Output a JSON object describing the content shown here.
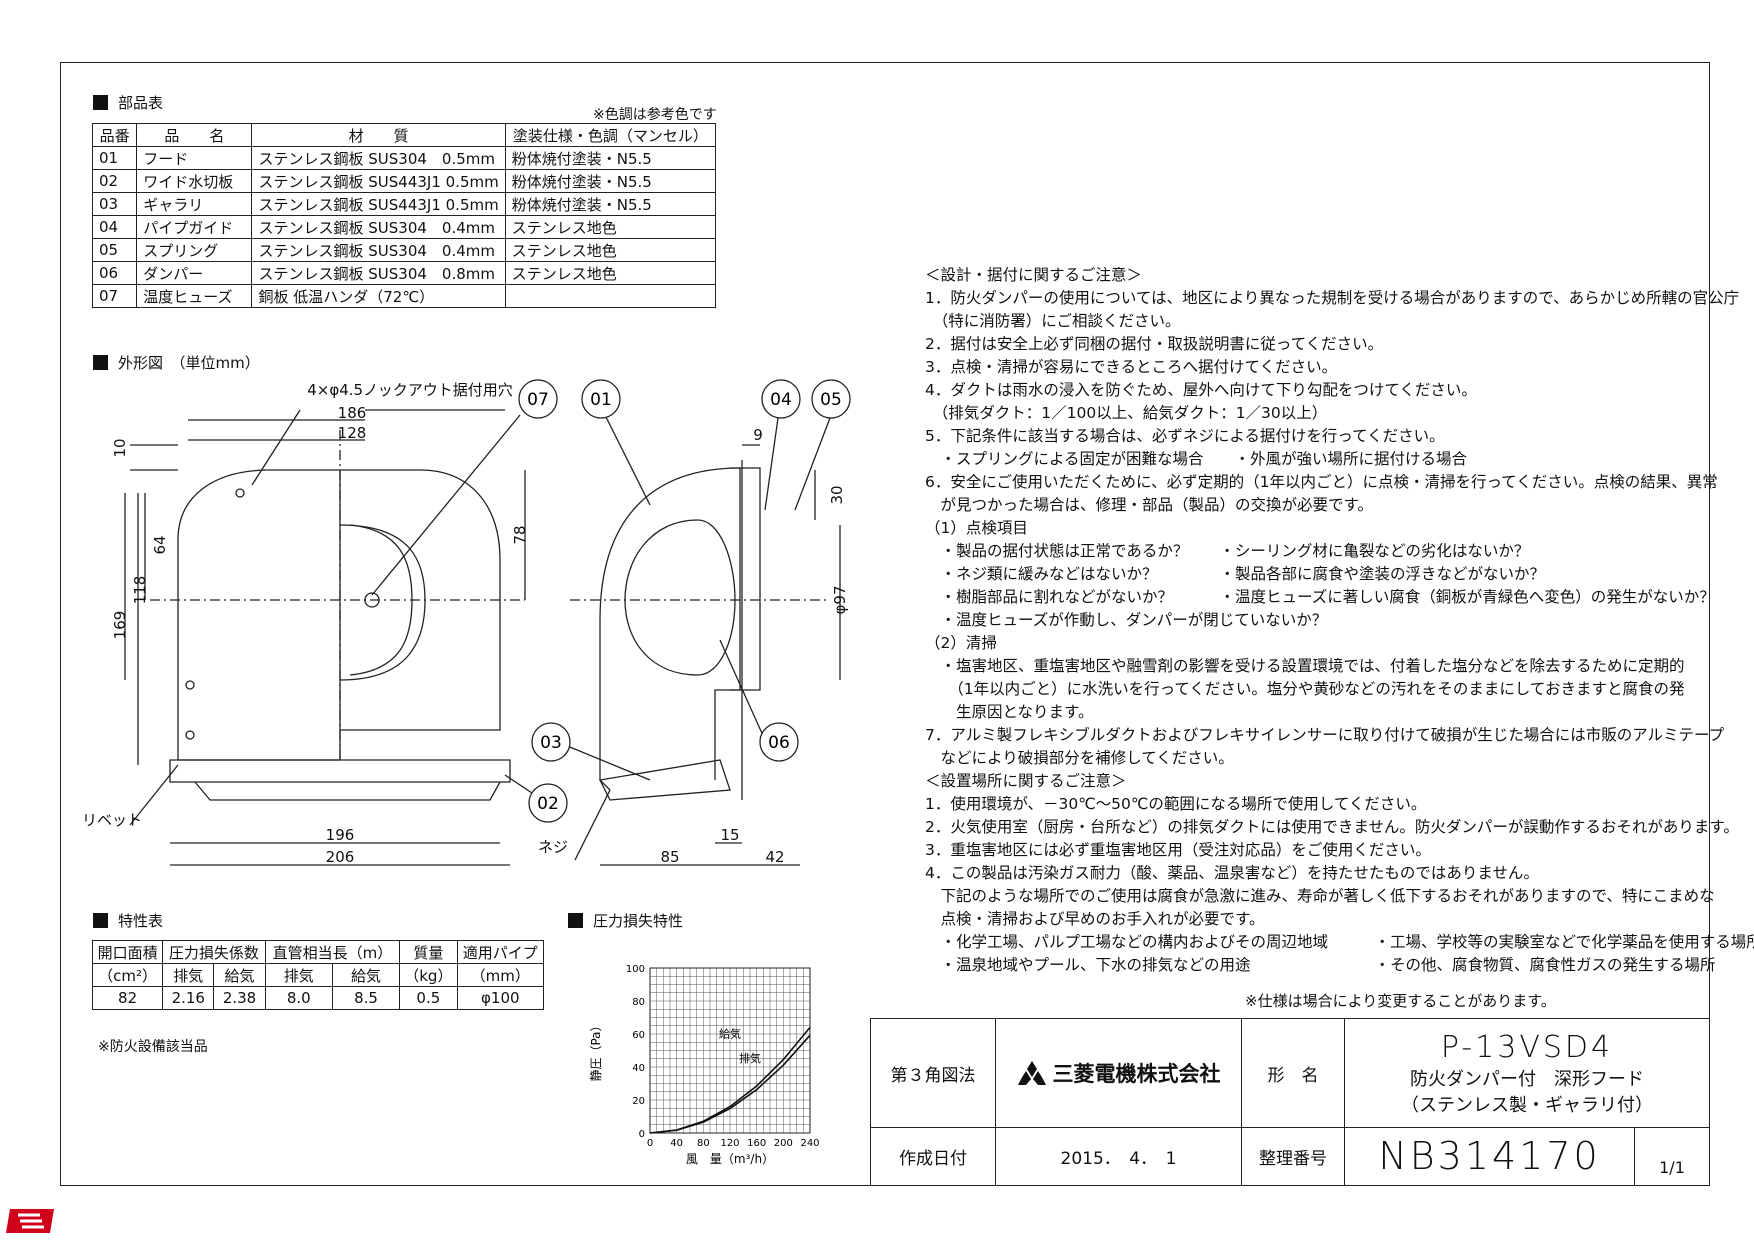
{
  "parts_section": {
    "title": "部品表",
    "color_note": "※色調は参考色です",
    "headers": [
      "品番",
      "品　　名",
      "材　　質",
      "塗装仕様・色調（マンセル）"
    ],
    "rows": [
      [
        "01",
        "フード",
        "ステンレス鋼板 SUS304　0.5mm",
        "粉体焼付塗装・N5.5"
      ],
      [
        "02",
        "ワイド水切板",
        "ステンレス鋼板 SUS443J1 0.5mm",
        "粉体焼付塗装・N5.5"
      ],
      [
        "03",
        "ギャラリ",
        "ステンレス鋼板 SUS443J1 0.5mm",
        "粉体焼付塗装・N5.5"
      ],
      [
        "04",
        "パイプガイド",
        "ステンレス鋼板 SUS304　0.4mm",
        "ステンレス地色"
      ],
      [
        "05",
        "スプリング",
        "ステンレス鋼板 SUS304　0.4mm",
        "ステンレス地色"
      ],
      [
        "06",
        "ダンパー",
        "ステンレス鋼板 SUS304　0.8mm",
        "ステンレス地色"
      ],
      [
        "07",
        "温度ヒューズ",
        "銅板 低温ハンダ（72℃）",
        ""
      ]
    ]
  },
  "drawing_section": {
    "title": "外形図　（単位mm）",
    "knockout_label": "4×φ4.5ノックアウト据付用穴",
    "rivet_label": "リベット",
    "screw_label": "ネジ",
    "dims": {
      "d186": "186",
      "d128": "128",
      "d10": "10",
      "d64": "64",
      "d118": "118",
      "d169": "169",
      "d78": "78",
      "d196": "196",
      "d206": "206",
      "d9": "9",
      "d30": "30",
      "d97": "φ97",
      "d15": "15",
      "d85": "85",
      "d42": "42"
    },
    "callouts": [
      "07",
      "01",
      "04",
      "05",
      "03",
      "06",
      "02"
    ]
  },
  "spec_section": {
    "title": "特性表",
    "h_area": "開口面積",
    "h_area_unit": "（cm²）",
    "h_loss": "圧力損失係数",
    "h_exhaust": "排気",
    "h_supply": "給気",
    "h_len": "直管相当長（m）",
    "h_mass": "質量",
    "h_mass_unit": "（kg）",
    "h_pipe": "適用パイプ",
    "h_pipe_unit": "（mm）",
    "values": [
      "82",
      "2.16",
      "2.38",
      "8.0",
      "8.5",
      "0.5",
      "φ100"
    ],
    "note": "※防火設備該当品"
  },
  "chart_section": {
    "title": "圧力損失特性"
  },
  "chart_data": {
    "type": "line",
    "xlabel": "風　量（m³/h）",
    "ylabel": "静圧（Pa）",
    "xlim": [
      0,
      240
    ],
    "ylim": [
      0,
      100
    ],
    "xticks": [
      "0",
      "40",
      "80",
      "120",
      "160",
      "200",
      "240"
    ],
    "yticks": [
      "0",
      "20",
      "40",
      "60",
      "80",
      "100"
    ],
    "grid": true,
    "series": [
      {
        "name": "給気",
        "x": [
          0,
          40,
          80,
          120,
          160,
          200,
          240
        ],
        "y": [
          0,
          1.8,
          7.1,
          16,
          28.5,
          44.5,
          64
        ]
      },
      {
        "name": "排気",
        "x": [
          0,
          40,
          80,
          120,
          160,
          200,
          240
        ],
        "y": [
          0,
          1.7,
          6.6,
          14.8,
          26.3,
          41.1,
          59.2
        ]
      }
    ]
  },
  "notes": {
    "lines": [
      "＜設計・据付に関するご注意＞",
      "1．防火ダンパーの使用については、地区により異なった規制を受ける場合がありますので、あらかじめ所轄の官公庁",
      "　（特に消防署）にご相談ください。",
      "2．据付は安全上必ず同梱の据付・取扱説明書に従ってください。",
      "3．点検・清掃が容易にできるところへ据付けてください。",
      "4．ダクトは雨水の浸入を防ぐため、屋外へ向けて下り勾配をつけてください。",
      "　（排気ダクト：1／100以上、給気ダクト：1／30以上）",
      "5．下記条件に該当する場合は、必ずネジによる据付けを行ってください。",
      "　・スプリングによる固定が困難な場合　　・外風が強い場所に据付ける場合",
      "6．安全にご使用いただくために、必ず定期的（1年以内ごと）に点検・清掃を行ってください。点検の結果、異常",
      "　が見つかった場合は、修理・部品（製品）の交換が必要です。",
      "（1）点検項目",
      "　・製品の据付状態は正常であるか？　　・シーリング材に亀裂などの劣化はないか？",
      "　・ネジ類に緩みなどはないか？　　　　・製品各部に腐食や塗装の浮きなどがないか？",
      "　・樹脂部品に割れなどがないか？　　　・温度ヒューズに著しい腐食（銅板が青緑色へ変色）の発生がないか？",
      "　・温度ヒューズが作動し、ダンパーが閉じていないか？",
      "（2）清掃",
      "　・塩害地区、重塩害地区や融雪剤の影響を受ける設置環境では、付着した塩分などを除去するために定期的",
      "　　（1年以内ごと）に水洗いを行ってください。塩分や黄砂などの汚れをそのままにしておきますと腐食の発",
      "　　生原因となります。",
      "7．アルミ製フレキシブルダクトおよびフレキサイレンサーに取り付けて破損が生じた場合には市販のアルミテープ",
      "　などにより破損部分を補修してください。",
      "＜設置場所に関するご注意＞",
      "1．使用環境が、－30℃～50℃の範囲になる場所で使用してください。",
      "2．火気使用室（厨房・台所など）の排気ダクトには使用できません。防火ダンパーが誤動作するおそれがあります。",
      "3．重塩害地区には必ず重塩害地区用（受注対応品）をご使用ください。",
      "4．この製品は汚染ガス耐力（酸、薬品、温泉害など）を持たせたものではありません。",
      "　下記のような場所でのご使用は腐食が急激に進み、寿命が著しく低下するおそれがありますので、特にこまめな",
      "　点検・清掃および早めのお手入れが必要です。",
      "　・化学工場、パルプ工場などの構内およびその周辺地域　　　・工場、学校等の実験室などで化学薬品を使用する場所",
      "　・温泉地域やプール、下水の排気などの用途　　　　　　　　・その他、腐食物質、腐食性ガスの発生する場所"
    ],
    "spec_change": "※仕様は場合により変更することがあります。"
  },
  "title_block": {
    "projection": "第３角図法",
    "company": "三菱電機株式会社",
    "model_label": "形　名",
    "model": "P-13VSD4",
    "desc1": "防火ダンパー付　深形フード",
    "desc2": "（ステンレス製・ギャラリ付）",
    "date_label": "作成日付",
    "date": "2015．　4．　1",
    "number_label": "整理番号",
    "number": "NB314170",
    "sheet": "1/1"
  },
  "colors": {
    "line": "#222222",
    "logo": "#d0021b"
  }
}
